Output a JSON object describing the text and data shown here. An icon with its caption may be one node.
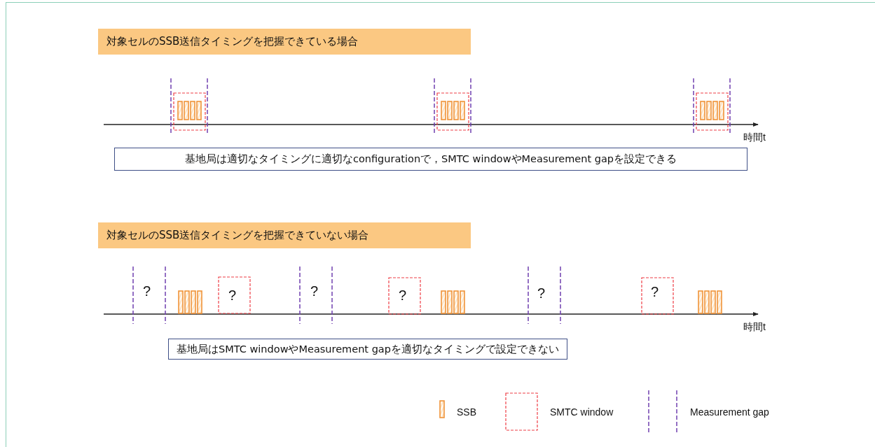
{
  "diagram": {
    "nodes": [
      {
        "text": [
          "対象セルのSSB送信タイミングを把握できている場合"
        ]
      },
      {
        "text": [
          "基地局は適切なタイミングに適切なconfigurationで，SMTC windowやMeasurement gapを設定できる"
        ]
      },
      {
        "text": [
          "対象セルのSSB送信タイミングを把握できていない場合"
        ]
      },
      {
        "text": [
          "基地局はSMTC windowやMeasurement gapを適切なタイミングで設定できない"
        ]
      }
    ],
    "labels": [
      "時間t",
      "?",
      "?",
      "?",
      "?",
      "?",
      "?",
      "時間t"
    ],
    "legend": [
      {
        "text": "SSB"
      },
      {
        "text": "SMTC window"
      },
      {
        "text": "Measurement gap"
      }
    ]
  }
}
